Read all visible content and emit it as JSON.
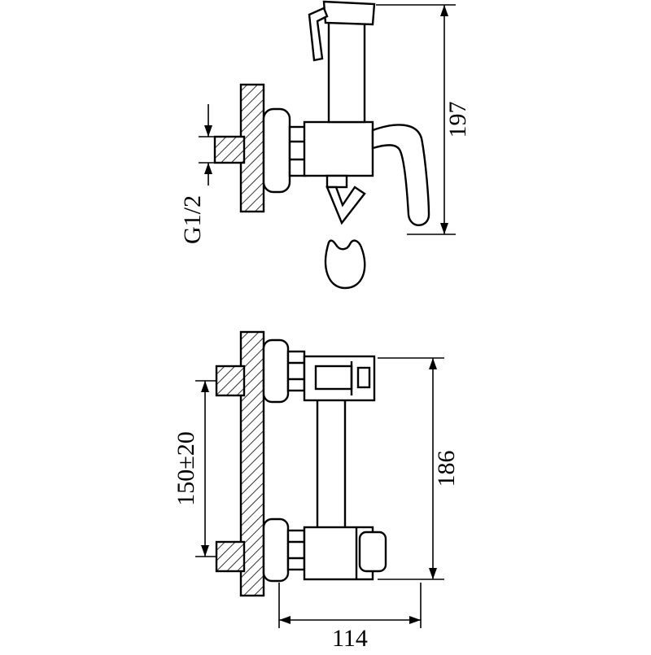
{
  "page": {
    "background": "#ffffff",
    "line_color": "#000000"
  },
  "side_view": {
    "height_dim": "197",
    "thread_dim": "G1/2"
  },
  "front_view": {
    "mount_dim": "150±20",
    "height_dim": "186",
    "width_dim": "114"
  }
}
